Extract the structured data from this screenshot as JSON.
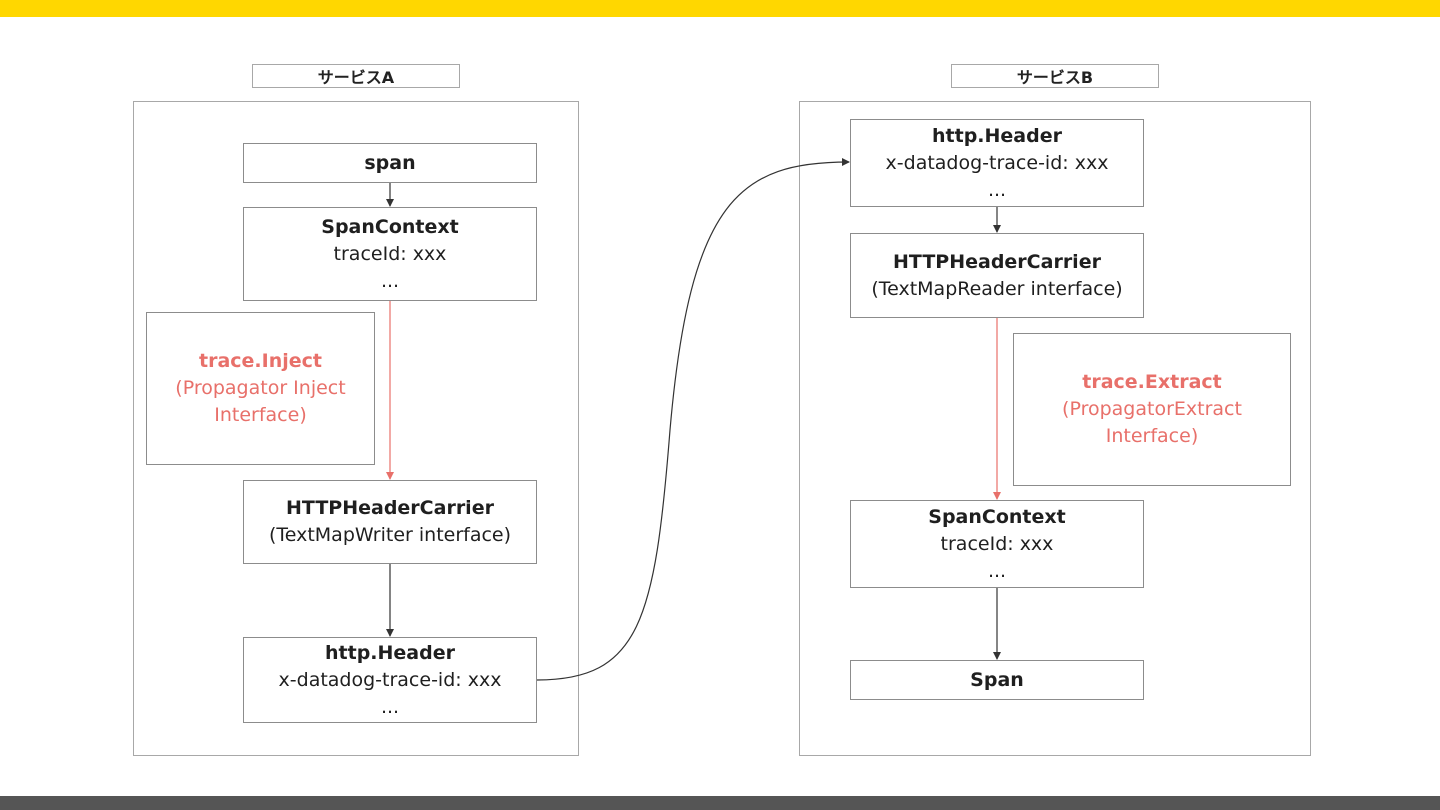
{
  "service_a": {
    "label": "サービスA",
    "span": {
      "title": "span"
    },
    "span_context": {
      "title": "SpanContext",
      "line1": "traceId: xxx",
      "line2": "..."
    },
    "inject_note": {
      "title": "trace.Inject",
      "line1": "(Propagator Inject",
      "line2": "Interface)"
    },
    "carrier": {
      "title": "HTTPHeaderCarrier",
      "line1": "(TextMapWriter interface)"
    },
    "http_header": {
      "title": "http.Header",
      "line1": "x-datadog-trace-id: xxx",
      "line2": "..."
    }
  },
  "service_b": {
    "label": "サービスB",
    "http_header": {
      "title": "http.Header",
      "line1": "x-datadog-trace-id: xxx",
      "line2": "..."
    },
    "carrier": {
      "title": "HTTPHeaderCarrier",
      "line1": "(TextMapReader interface)"
    },
    "extract_note": {
      "title": "trace.Extract",
      "line1": "(PropagatorExtract",
      "line2": "Interface)"
    },
    "span_context": {
      "title": "SpanContext",
      "line1": "traceId: xxx",
      "line2": "..."
    },
    "span": {
      "title": "Span"
    }
  },
  "colors": {
    "top_bar": "#ffd700",
    "bottom_bar": "#555555",
    "propagator_accent": "#e8706a",
    "arrow": "#333333",
    "border": "#8c8c8c"
  }
}
